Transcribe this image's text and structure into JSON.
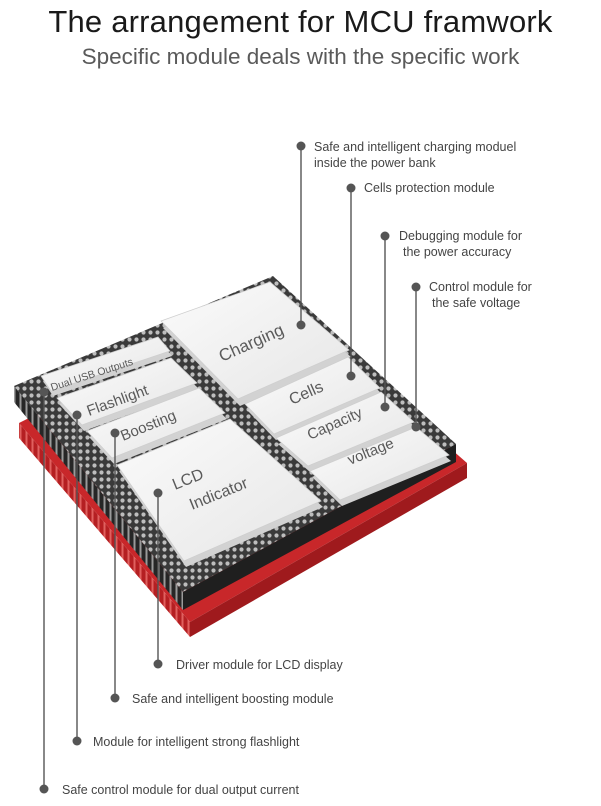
{
  "header": {
    "title": "The arrangement for MCU framwork",
    "subtitle": "Specific module deals with the specific work"
  },
  "modules": {
    "charging": "Charging",
    "cells": "Cells",
    "capacity": "Capacity",
    "voltage": "voltage",
    "dual_usb": "Dual USB Outputs",
    "flashlight": "Flashlight",
    "boosting": "Boosting",
    "lcd_line1": "LCD",
    "lcd_line2": "Indicator"
  },
  "callouts": {
    "charging_1": "Safe and intelligent charging moduel",
    "charging_2": "inside the power bank",
    "cells": "Cells protection module",
    "capacity_1": "Debugging module for",
    "capacity_2": "the power accuracy",
    "voltage_1": "Control module for",
    "voltage_2": "the safe voltage",
    "lcd": "Driver module for LCD display",
    "boosting": "Safe and intelligent boosting module",
    "flashlight": "Module for intelligent strong flashlight",
    "dual_usb": "Safe control module for dual output current"
  },
  "colors": {
    "board_red": "#c8272a",
    "board_dark": "#2e2e2e",
    "module_face": "#efefef",
    "leader": "#555555"
  }
}
